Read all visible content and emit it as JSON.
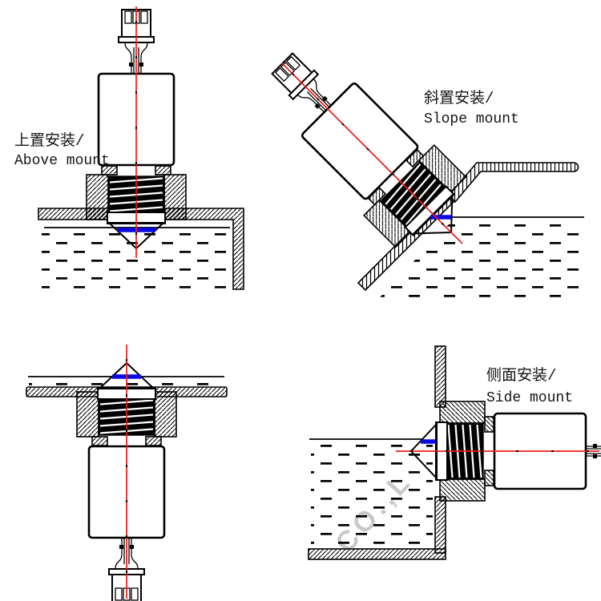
{
  "diagrams": {
    "above_mount": {
      "label_zh": "上置安装/",
      "label_en": "Above mount"
    },
    "slope_mount": {
      "label_zh": "斜置安装/",
      "label_en": "Slope mount"
    },
    "side_mount": {
      "label_zh": "侧面安装/",
      "label_en": "Side mount"
    }
  },
  "watermark": {
    "text": "CO.,L"
  },
  "colors": {
    "centerline_red": "#f51818",
    "level_blue": "#0a0ae0",
    "outline": "#000000",
    "cone_fill": "#e3e3e3",
    "watermark_gray": "#c9c9c9",
    "background": "#ffffff"
  }
}
